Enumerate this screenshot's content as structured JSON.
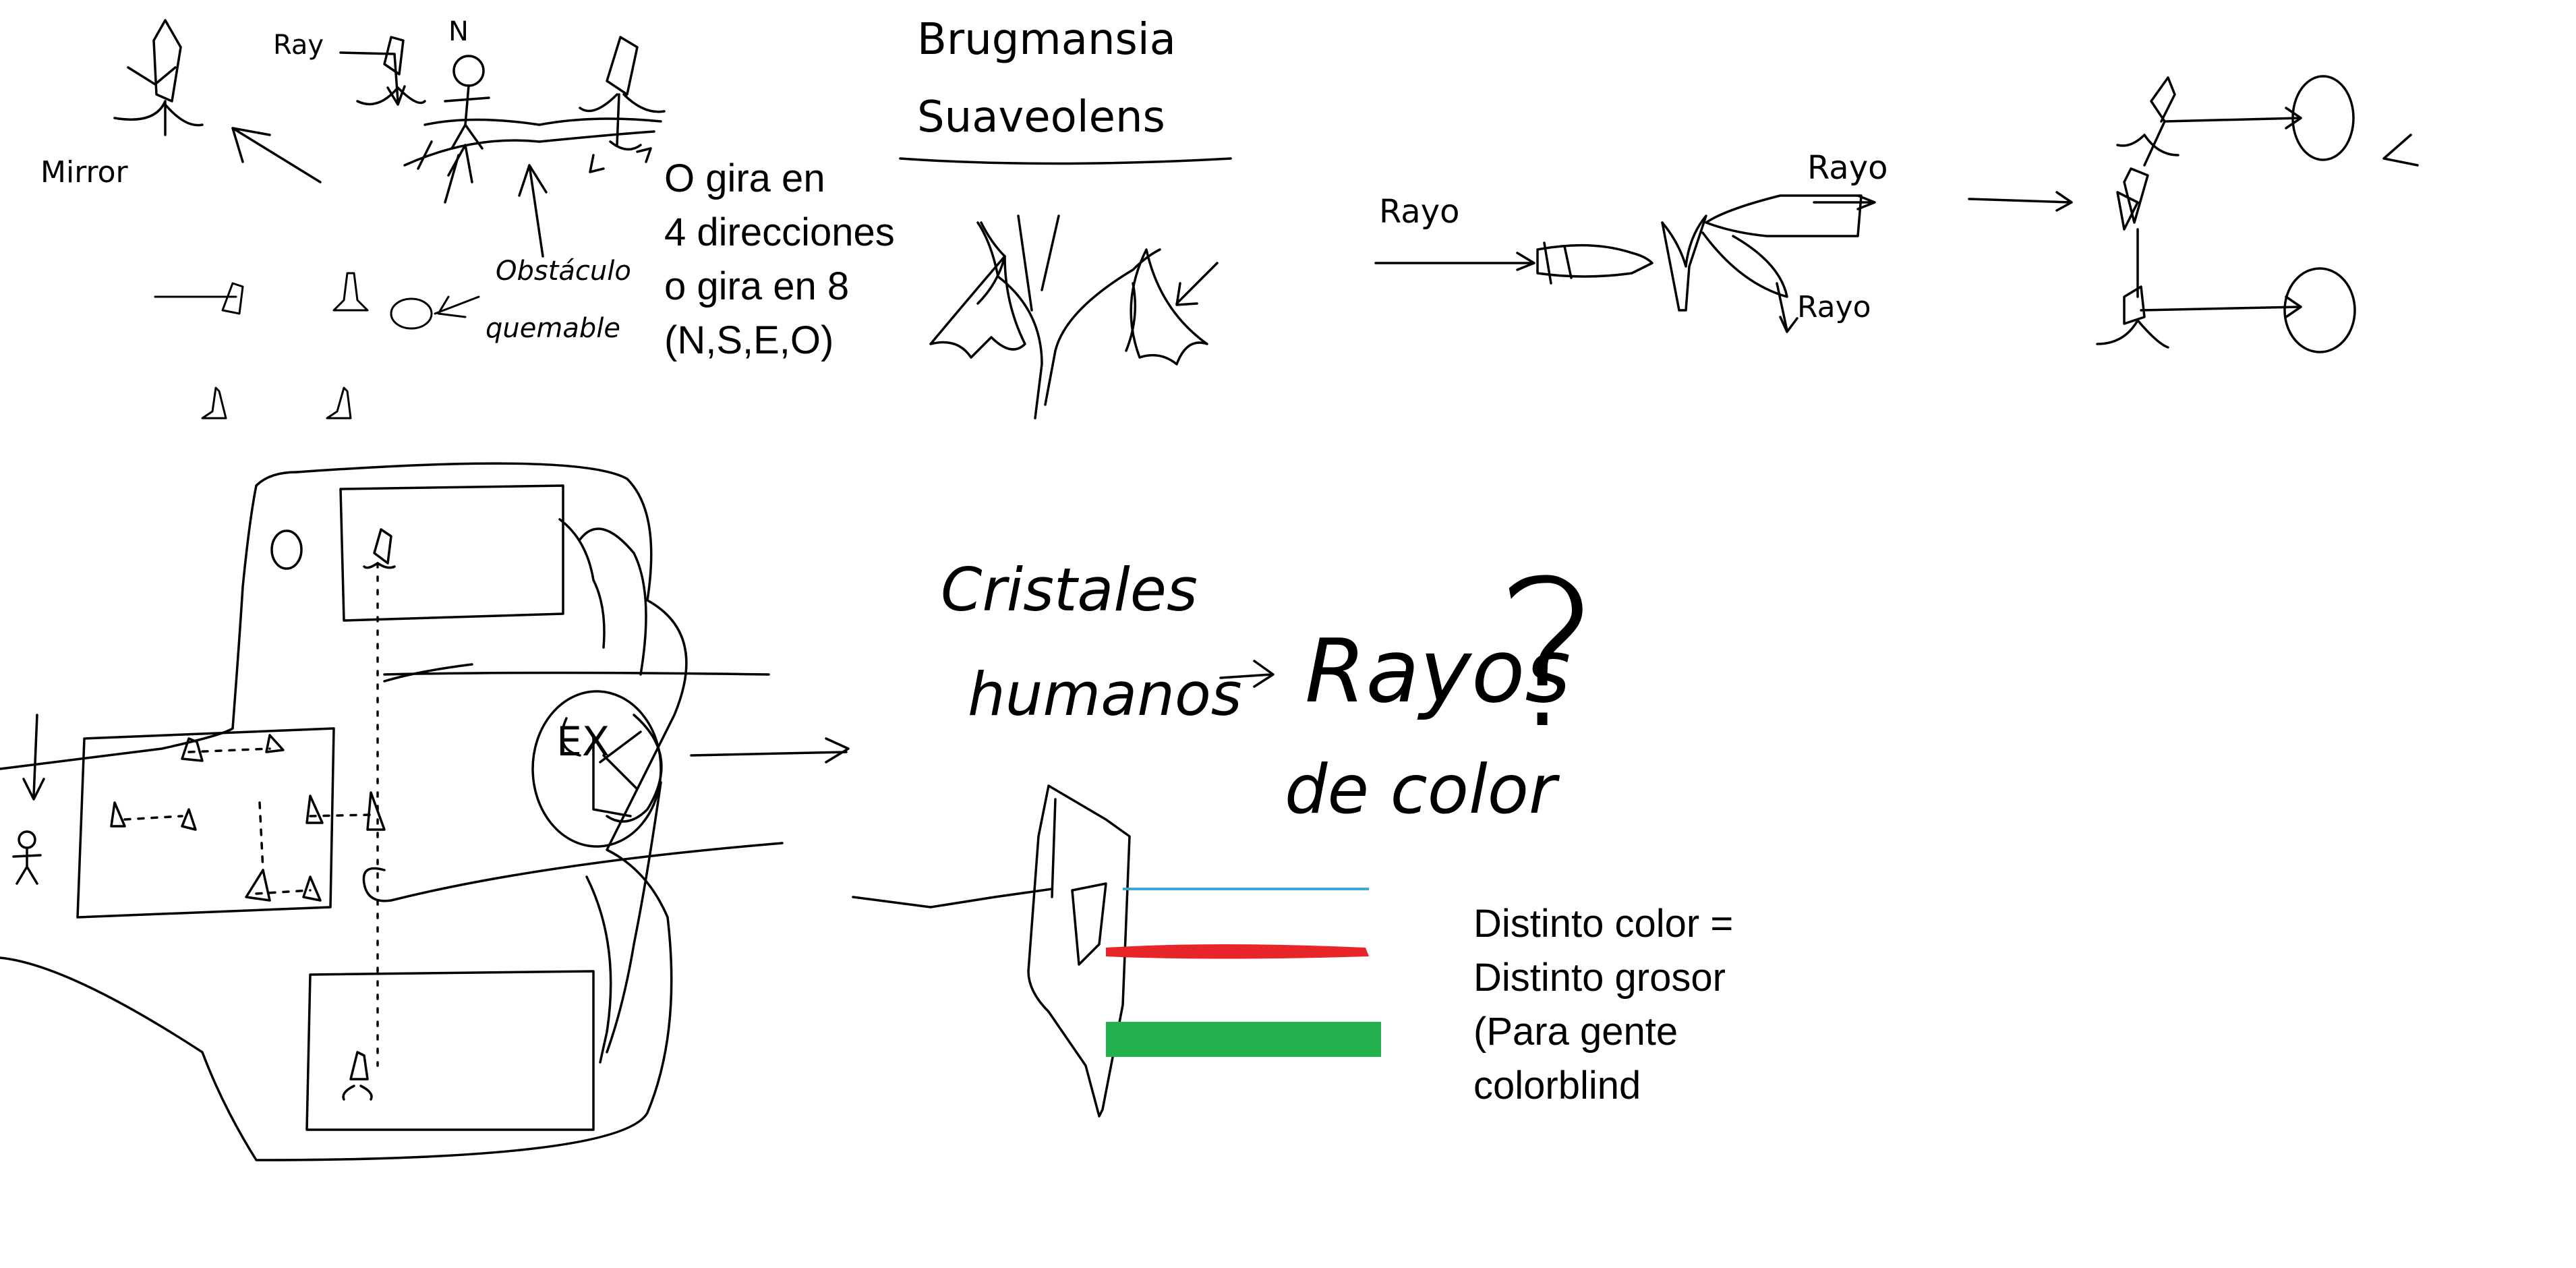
{
  "sketch": {
    "mirror_label": "Mirror",
    "ray_label": "Ray",
    "north_label": "N",
    "obstacle_label_1": "Obstáculo",
    "obstacle_label_2": "quemable",
    "brugmansia_line1": "Brugmansia",
    "brugmansia_line2": "Suaveolens",
    "rayo_in": "Rayo",
    "rayo_out_top": "Rayo",
    "rayo_out_bottom": "Rayo",
    "cristales_1": "Cristales",
    "cristales_2": "humanos",
    "rayos_1": "Rayos",
    "rayos_2": "de color",
    "question": "?",
    "ex_label": "EX"
  },
  "notes": {
    "rotation_1": "O gira en",
    "rotation_2": "4 direcciones",
    "rotation_3": "o gira en 8",
    "rotation_4": "(N,S,E,O)",
    "color_1": "Distinto color =",
    "color_2": "Distinto grosor",
    "color_3": "(Para gente",
    "color_4": "colorblind"
  },
  "colors": {
    "thin_beam": "#3fa7d6",
    "red_beam": "#e8262a",
    "green_beam": "#22b14c"
  }
}
